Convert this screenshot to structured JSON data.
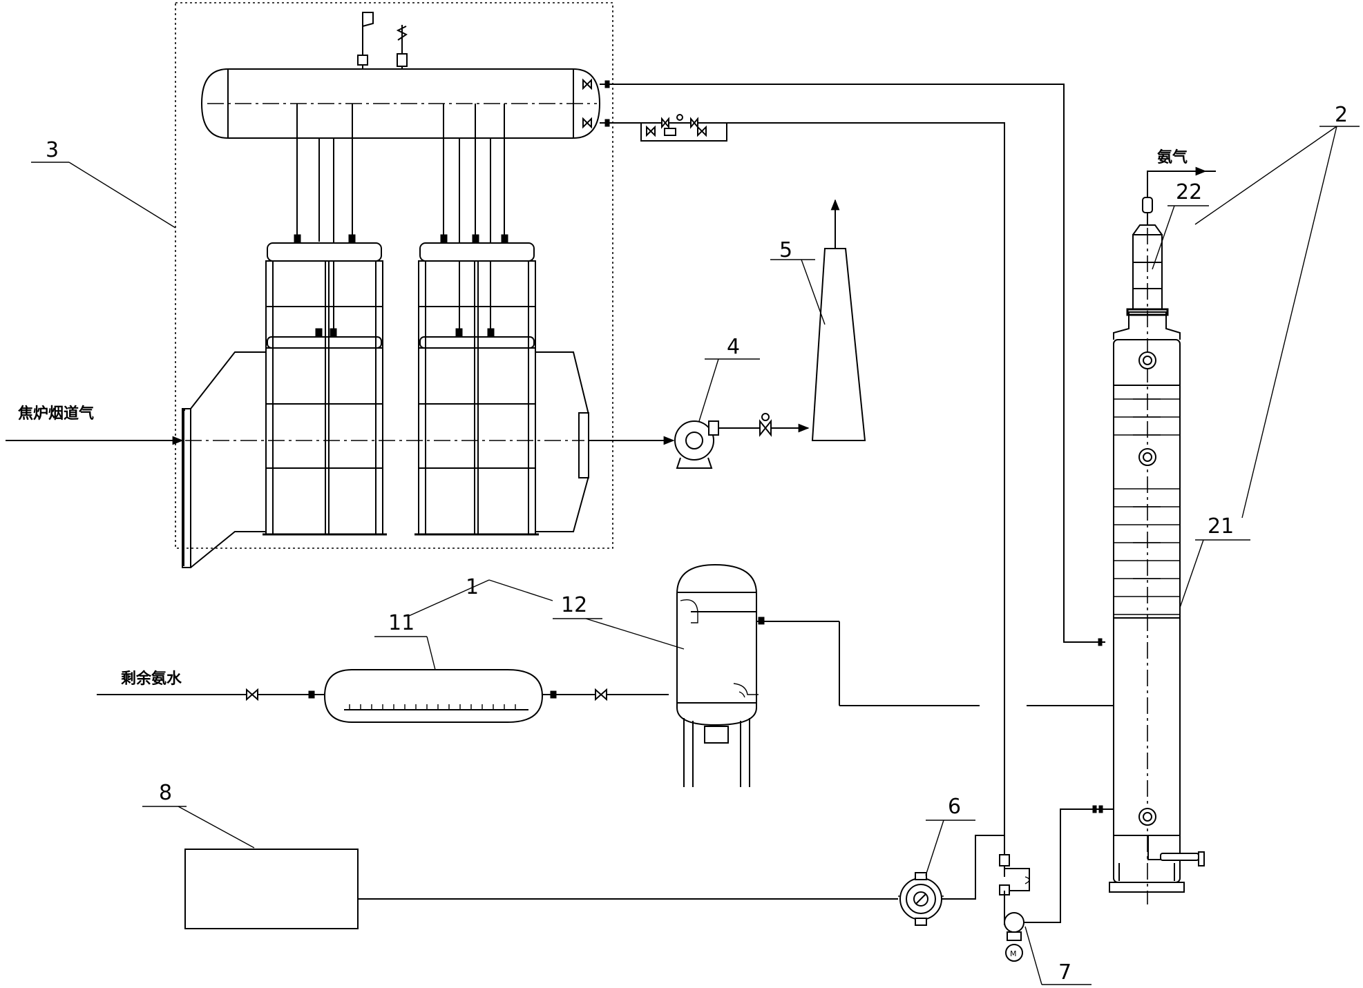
{
  "labels": {
    "flue_gas_inlet": "焦炉烟道气",
    "residual_ammonia_water": "剩余氨水",
    "ammonia_outlet": "氨气"
  },
  "callouts": {
    "c1": "1",
    "c11": "11",
    "c12": "12",
    "c2": "2",
    "c21": "21",
    "c22": "22",
    "c3": "3",
    "c4": "4",
    "c5": "5",
    "c6": "6",
    "c7": "7",
    "c8": "8"
  }
}
